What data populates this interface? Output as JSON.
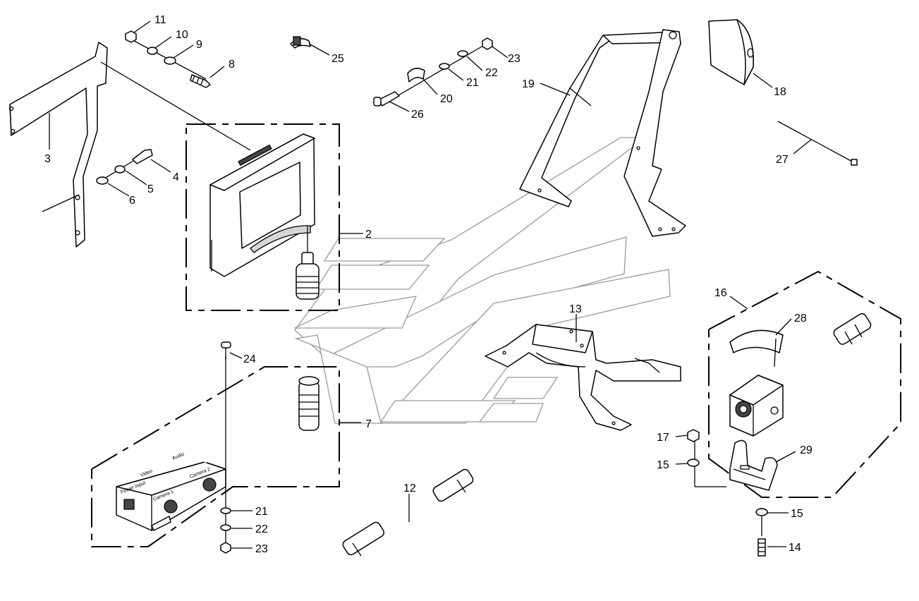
{
  "diagram": {
    "parts": [
      {
        "key": "p2",
        "number": "2"
      },
      {
        "key": "p3",
        "number": "3"
      },
      {
        "key": "p4",
        "number": "4"
      },
      {
        "key": "p5",
        "number": "5"
      },
      {
        "key": "p6",
        "number": "6"
      },
      {
        "key": "p7",
        "number": "7"
      },
      {
        "key": "p8",
        "number": "8"
      },
      {
        "key": "p9",
        "number": "9"
      },
      {
        "key": "p10",
        "number": "10"
      },
      {
        "key": "p11",
        "number": "11"
      },
      {
        "key": "p12",
        "number": "12"
      },
      {
        "key": "p13",
        "number": "13"
      },
      {
        "key": "p14",
        "number": "14"
      },
      {
        "key": "p15a",
        "number": "15"
      },
      {
        "key": "p15b",
        "number": "15"
      },
      {
        "key": "p16",
        "number": "16"
      },
      {
        "key": "p17",
        "number": "17"
      },
      {
        "key": "p18",
        "number": "18"
      },
      {
        "key": "p19",
        "number": "19"
      },
      {
        "key": "p20",
        "number": "20"
      },
      {
        "key": "p21a",
        "number": "21"
      },
      {
        "key": "p21b",
        "number": "21"
      },
      {
        "key": "p22a",
        "number": "22"
      },
      {
        "key": "p22b",
        "number": "22"
      },
      {
        "key": "p23a",
        "number": "23"
      },
      {
        "key": "p23b",
        "number": "23"
      },
      {
        "key": "p24",
        "number": "24"
      },
      {
        "key": "p25",
        "number": "25"
      },
      {
        "key": "p26",
        "number": "26"
      },
      {
        "key": "p27",
        "number": "27"
      },
      {
        "key": "p28",
        "number": "28"
      },
      {
        "key": "p29",
        "number": "29"
      }
    ],
    "control_box": {
      "power_input": "Power Input",
      "camera1": "Camera 1",
      "camera2": "Camera 2",
      "video": "Video",
      "audio": "Audio"
    }
  }
}
